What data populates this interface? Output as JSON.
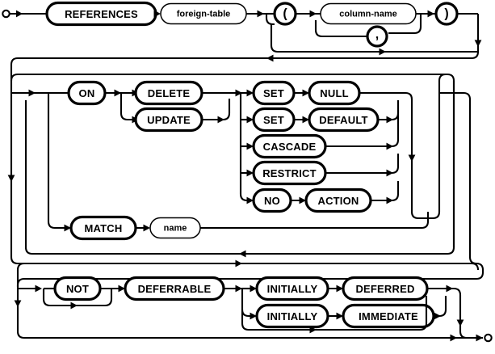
{
  "diagram": {
    "title": "REFERENCES foreign-key clause syntax diagram",
    "type": "railroad-syntax-diagram",
    "colors": {
      "background": "#ffffff",
      "line": "#000000",
      "text": "#000000"
    },
    "start_label": "start",
    "end_label": "end",
    "nodes": {
      "references": "REFERENCES",
      "foreign_table": "foreign-table",
      "lparen": "(",
      "column_name": "column-name",
      "comma": ",",
      "rparen": ")",
      "on": "ON",
      "delete": "DELETE",
      "update": "UPDATE",
      "set1": "SET",
      "null": "NULL",
      "set2": "SET",
      "default": "DEFAULT",
      "cascade": "CASCADE",
      "restrict": "RESTRICT",
      "no": "NO",
      "action": "ACTION",
      "match": "MATCH",
      "name": "name",
      "not": "NOT",
      "deferrable": "DEFERRABLE",
      "initially1": "INITIALLY",
      "deferred": "DEFERRED",
      "initially2": "INITIALLY",
      "immediate": "IMMEDIATE"
    }
  }
}
